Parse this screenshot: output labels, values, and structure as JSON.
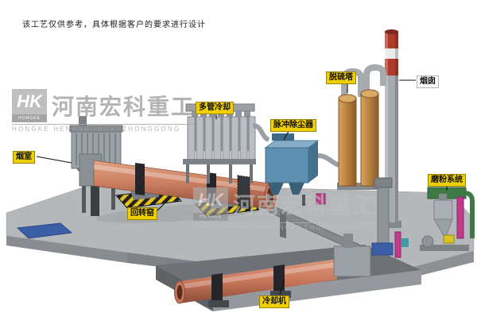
{
  "note": "该工艺仅供参考，具体根据客户的要求进行设计",
  "watermark": {
    "logo_text": "HK",
    "logo_sub": "HONGKE",
    "company_cn": "河南宏科重工",
    "company_en": "HONGKE HENANHONGKEZHONGGONG"
  },
  "labels": {
    "smoke_chamber": "烟室",
    "rotary_kiln": "回转窑",
    "multi_tube_cooler": "多管冷却",
    "pulse_dust_collector": "脉冲除尘器",
    "desulfurization_tower": "脱硫塔",
    "chimney": "烟囱",
    "grinding_system": "磨粉系统",
    "cooling_machine": "冷却机"
  },
  "colors": {
    "label_bg": "#f0cf00",
    "kiln_body": "#cd8063",
    "dust_collector": "#5d8fb0",
    "chimney_band_red": "#ad3b2c",
    "desulfurization_tower": "#c28a4e",
    "platform": "#b4b8bb",
    "magenta_pipe": "#c23a8c",
    "green_duct": "#3f7a46",
    "blue_pad": "#3b5ea6"
  }
}
